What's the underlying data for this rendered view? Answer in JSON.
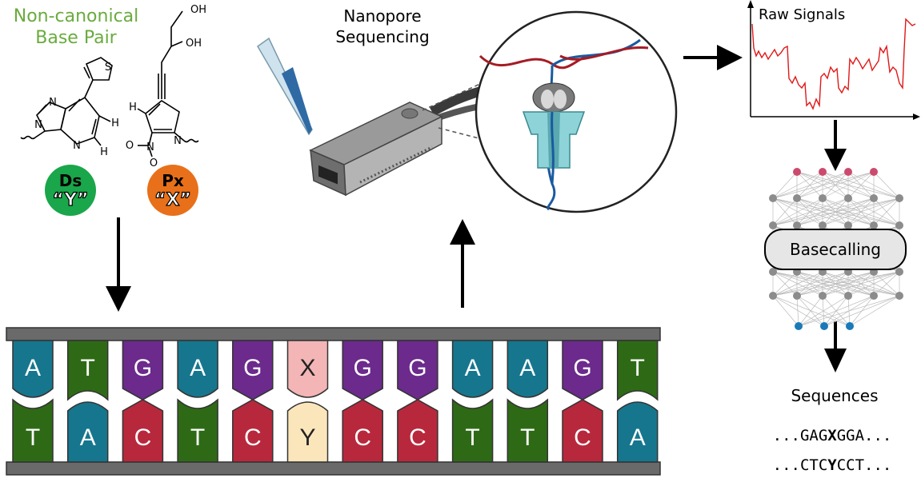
{
  "base_pair": {
    "title_line1": "Non-canonical",
    "title_line2": "Base Pair",
    "ds_name": "Ds",
    "ds_letter": "“Y”",
    "px_name": "Px",
    "px_letter": "“X”",
    "atom_oh": "OH",
    "atom_n": "N",
    "atom_s": "S",
    "atom_h": "H",
    "atom_o": "O"
  },
  "sequencing": {
    "title_line1": "Nanopore",
    "title_line2": "Sequencing"
  },
  "signals": {
    "title": "Raw Signals"
  },
  "network": {
    "label": "Basecalling"
  },
  "sequences": {
    "title": "Sequences",
    "line1_prefix": "...GAG",
    "line1_bold": "X",
    "line1_suffix": "GGA...",
    "line2_prefix": "...CTC",
    "line2_bold": "Y",
    "line2_suffix": "CCT..."
  },
  "dna": {
    "top_strand": [
      "A",
      "T",
      "G",
      "A",
      "G",
      "X",
      "G",
      "G",
      "A",
      "A",
      "G",
      "T"
    ],
    "bottom_strand": [
      "T",
      "A",
      "C",
      "T",
      "C",
      "Y",
      "C",
      "C",
      "T",
      "T",
      "C",
      "A"
    ]
  },
  "colors": {
    "green_text": "#6aab3e",
    "ds_green": "#1aa64a",
    "px_orange": "#e8701a",
    "A": "#16768e",
    "T": "#2e6a16",
    "G": "#6b2a8c",
    "C": "#b8283c",
    "X": "#f3b5b5",
    "Y": "#fbe6bc",
    "signal_red": "#e01818",
    "node_top": "#cc4a6e",
    "node_mid": "#8c8c8c",
    "node_bottom": "#1a7ab8"
  }
}
